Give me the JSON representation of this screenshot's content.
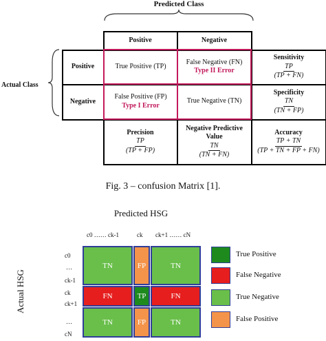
{
  "top_matrix": {
    "predicted_label": "Predicted Class",
    "actual_label": "Actual Class",
    "col_headers": [
      "Positive",
      "Negative"
    ],
    "row_headers": [
      "Positive",
      "Negative"
    ],
    "tp": "True Positive (TP)",
    "fn": "False Negative (FN)",
    "fn_error": "Type II Error",
    "fp": "False Positive (FP)",
    "fp_error": "Type I Error",
    "tn": "True Negative (TN)",
    "sensitivity": {
      "title": "Sensitivity",
      "num": "TP",
      "den": "(TP + FN)"
    },
    "specificity": {
      "title": "Specificity",
      "num": "TN",
      "den": "(TN + FP)"
    },
    "precision": {
      "title": "Precision",
      "num": "TP",
      "den": "(TP + FP)"
    },
    "npv": {
      "title": "Negative Predictive Value",
      "num": "TN",
      "den": "(TN + FN)"
    },
    "accuracy": {
      "title": "Accuracy",
      "num": "TP + TN",
      "den": "(TP + TN + FP + FN)"
    }
  },
  "caption": "Fig. 3 – confusion Matrix [1].",
  "hsg": {
    "predicted_label": "Predicted HSG",
    "actual_label": "Actual HSG",
    "col_ticks": [
      "c0 …… ck-1",
      "ck",
      "ck+1 …… cN"
    ],
    "row_ticks": [
      "c0",
      "…",
      "ck-1",
      "ck",
      "ck+1",
      "…",
      "cN"
    ],
    "blocks": {
      "tn": "TN",
      "fp": "FP",
      "fn": "FN",
      "tp": "TP"
    },
    "legend": [
      {
        "label": "True Positive",
        "color": "#1e8a1e"
      },
      {
        "label": "False Negative",
        "color": "#e61e1e"
      },
      {
        "label": "True Negative",
        "color": "#6abf4b"
      },
      {
        "label": "False Positive",
        "color": "#f4944a"
      }
    ]
  }
}
